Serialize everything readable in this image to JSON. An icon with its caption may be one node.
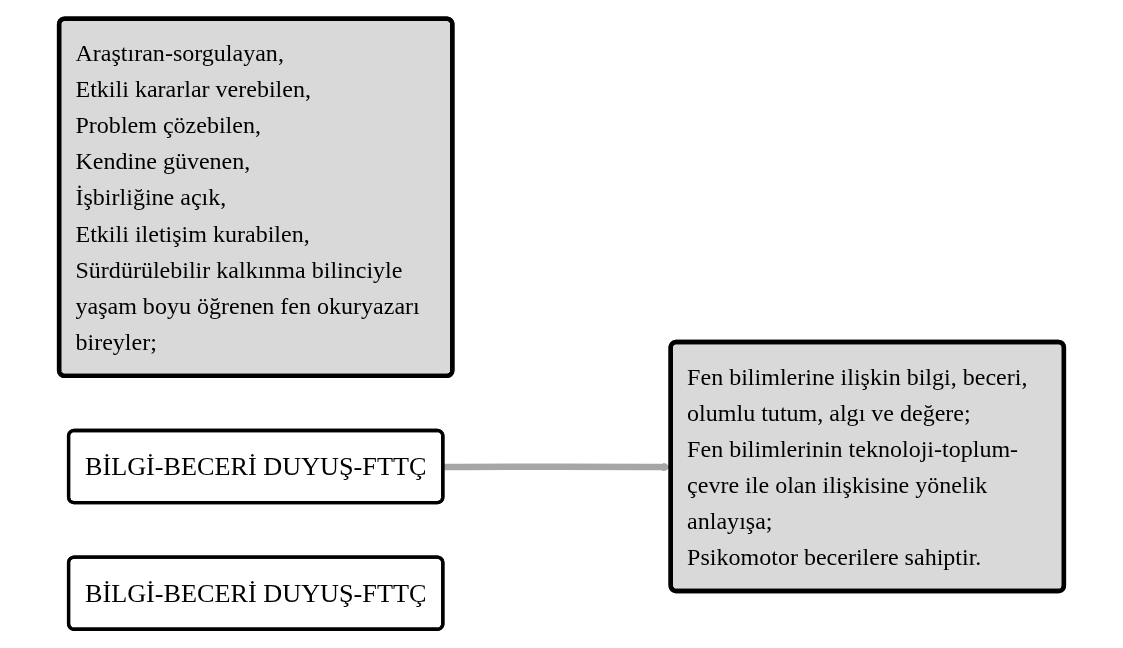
{
  "diagram": {
    "nodes": [
      {
        "text": [
          "Araştıran-sorgulayan,",
          "Etkili kararlar verebilen,",
          "Problem çözebilen,",
          "Kendine güvenen,",
          "İşbirliğine açık,",
          "Etkili iletişim kurabilen,",
          "Sürdürülebilir kalkınma bilinciyle yaşam boyu öğrenen fen okuryazarı bireyler;"
        ]
      },
      {
        "text": [
          "BİLGİ-BECERİ DUYUŞ-FTTÇ"
        ]
      },
      {
        "text": [
          "BİLGİ-BECERİ DUYUŞ-FTTÇ"
        ]
      },
      {
        "text": [
          "Fen bilimlerine ilişkin bilgi, beceri, olumlu tutum, algı ve değere;",
          "Fen bilimlerinin teknoloji-toplum-çevre ile olan ilişkisine yönelik anlayışa;",
          "Psikomotor becerilere sahiptir."
        ]
      }
    ],
    "edges": [
      {
        "from": 1,
        "to": 3,
        "arrow": "to",
        "color": "#a6a6a6"
      }
    ]
  }
}
